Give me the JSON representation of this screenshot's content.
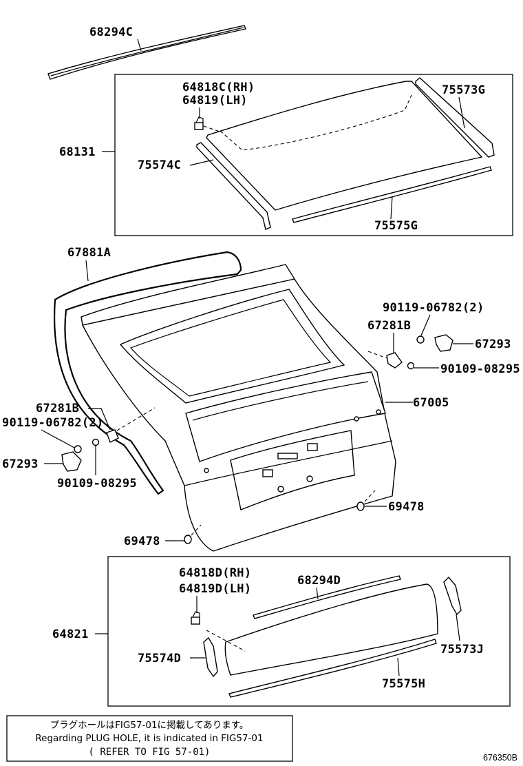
{
  "labels": {
    "p68294C": "68294C",
    "p64818C": "64818C(RH)",
    "p64819": "64819(LH)",
    "p75573G": "75573G",
    "p68131": "68131",
    "p75574C": "75574C",
    "p75575G": "75575G",
    "p67881A": "67881A",
    "p90119_top": "90119-06782(2)",
    "p67281B_right": "67281B",
    "p67293_right": "67293",
    "p90109_right": "90109-08295",
    "p67281B_left": "67281B",
    "p67005": "67005",
    "p90119_left": "90119-06782(2)",
    "p67293_left": "67293",
    "p90109_left": "90109-08295",
    "p69478_right": "69478",
    "p69478_left": "69478",
    "p64818D": "64818D(RH)",
    "p68294D": "68294D",
    "p64819D": "64819D(LH)",
    "p64821": "64821",
    "p75573J": "75573J",
    "p75574D": "75574D",
    "p75575H": "75575H"
  },
  "note": {
    "line1": "プラグホールはFIG57-01に掲載してあります。",
    "line2": "Regarding PLUG HOLE, it is indicated in FIG57-01",
    "line3": "( REFER TO FIG 57-01)"
  },
  "figure_id": "676350B"
}
